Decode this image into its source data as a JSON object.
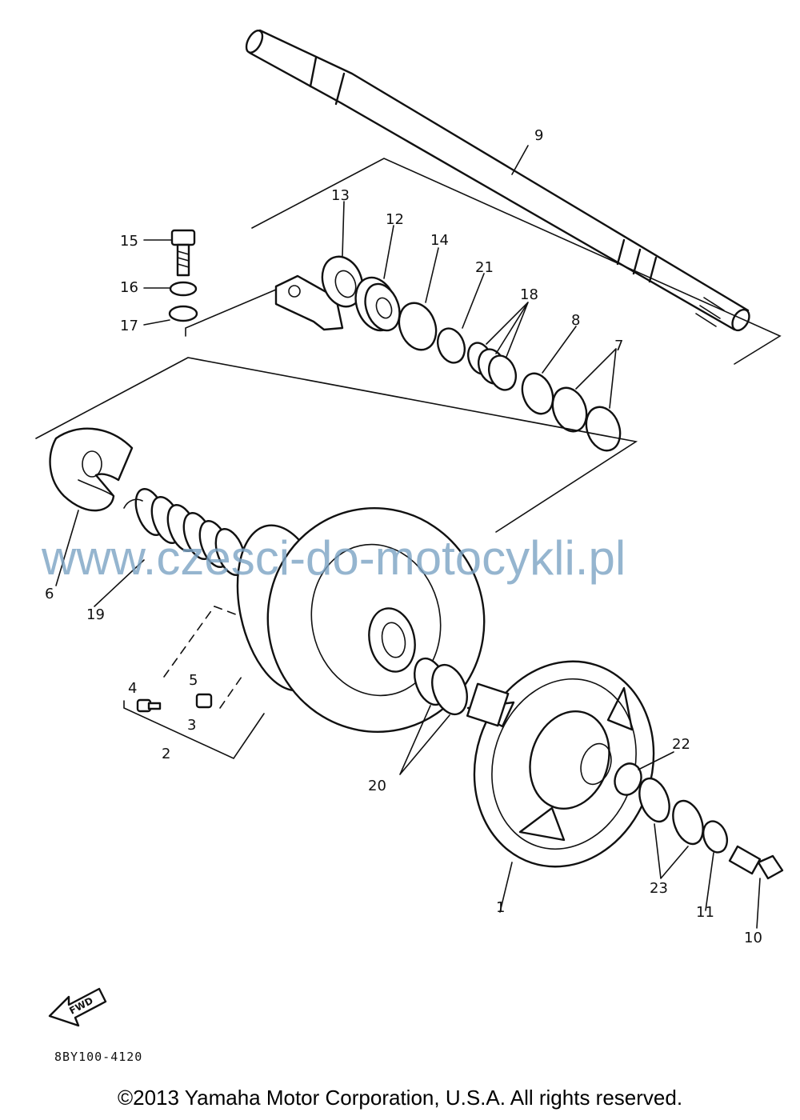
{
  "diagram": {
    "code": "8BY100-4120",
    "watermark": "www.czesci-do-motocykli.pl",
    "direction_label": "FWD",
    "callouts": {
      "c1": "1",
      "c2": "2",
      "c3": "3",
      "c4": "4",
      "c5": "5",
      "c6": "6",
      "c7": "7",
      "c8": "8",
      "c9": "9",
      "c10": "10",
      "c11": "11",
      "c12": "12",
      "c13": "13",
      "c14": "14",
      "c15": "15",
      "c16": "16",
      "c17": "17",
      "c18": "18",
      "c19": "19",
      "c20": "20",
      "c21": "21",
      "c22": "22",
      "c23": "23"
    }
  },
  "footer": {
    "copyright": "©2013 Yamaha Motor Corporation, U.S.A. All rights reserved."
  }
}
